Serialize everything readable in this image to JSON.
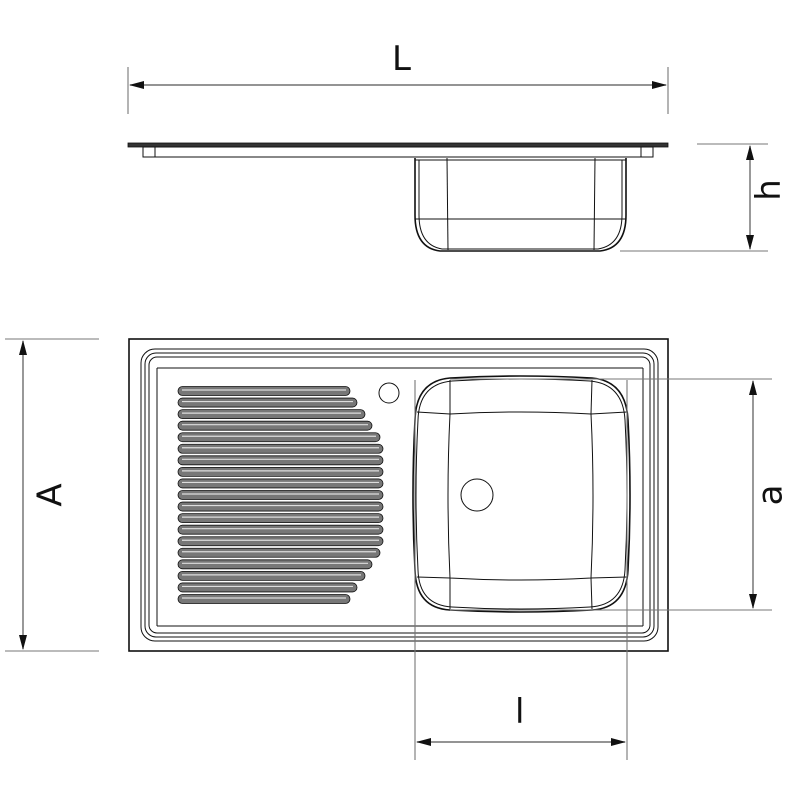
{
  "diagram": {
    "subject": "single-bowl kitchen sink with left drainer",
    "views": [
      "side elevation",
      "top plan"
    ],
    "line_color": "#111111",
    "dimension_line_color": "#555555",
    "background": "#ffffff"
  },
  "dimensions": {
    "overall_length": {
      "label": "L"
    },
    "bowl_height": {
      "label": "h"
    },
    "overall_width": {
      "label": "A"
    },
    "bowl_width": {
      "label": "a"
    },
    "bowl_length": {
      "label": "l"
    }
  },
  "features": {
    "drainer_grooves": 19,
    "tap_hole": "tap-hole",
    "drain_hole": "drain-hole"
  }
}
